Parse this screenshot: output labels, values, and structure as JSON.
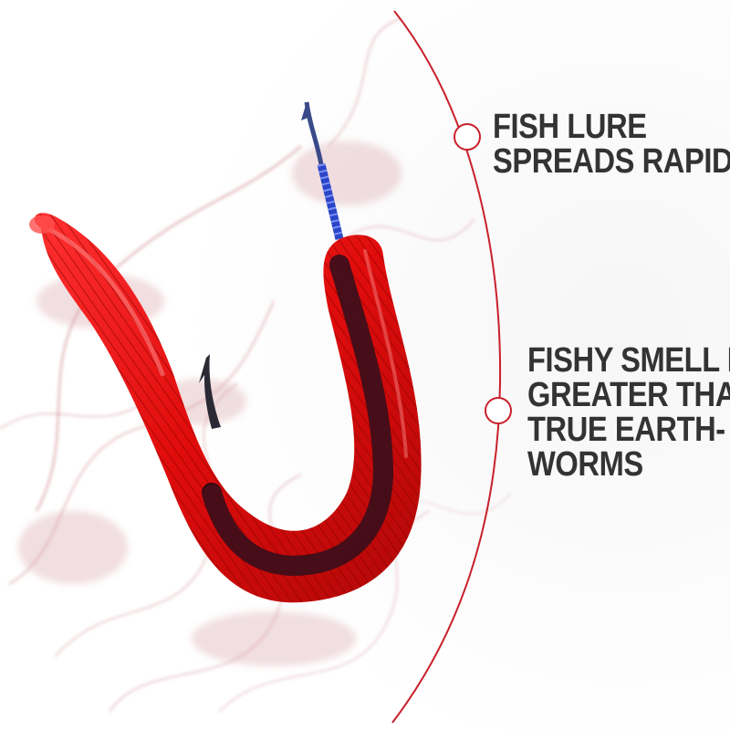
{
  "features": [
    {
      "lines": [
        "FISH LURE",
        "SPREADS RAPIDLY"
      ]
    },
    {
      "lines": [
        "FISHY SMELL IS",
        "GREATER THAN",
        "TRUE EARTH-",
        "WORMS"
      ]
    }
  ],
  "colors": {
    "accent": "#c8202a",
    "lure_red": "#e01010",
    "lure_stripe": "#1a0a12",
    "hook_blue": "#2b45c8",
    "smoke": "#c0606a",
    "text": "#333333",
    "background": "#ffffff"
  },
  "icons": [
    "circle-marker-icon",
    "circle-marker-icon"
  ]
}
